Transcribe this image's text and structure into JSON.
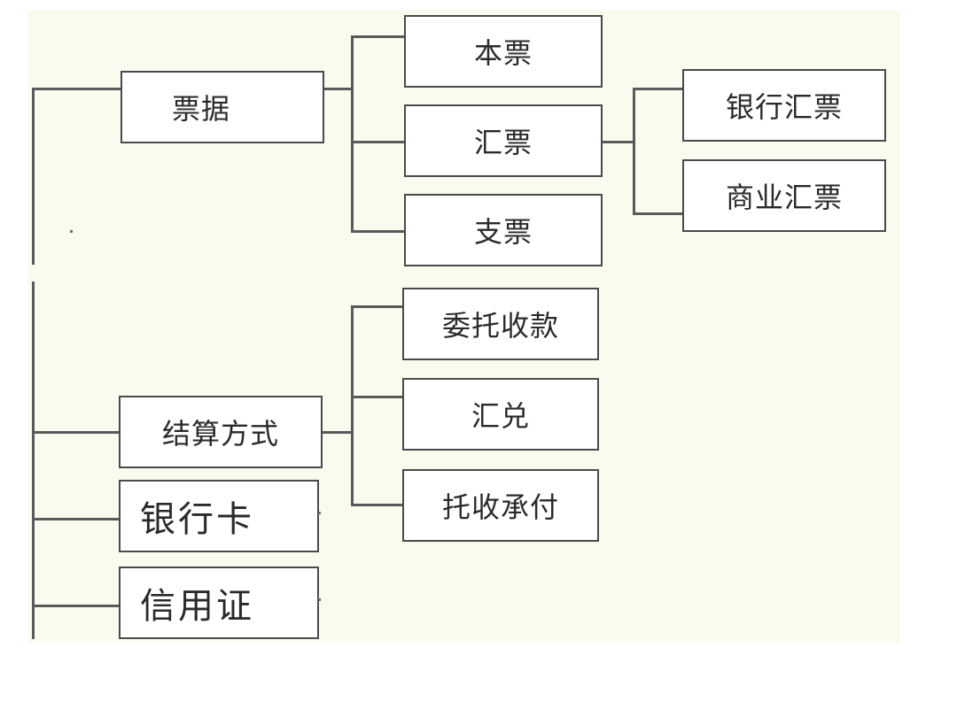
{
  "diagram": {
    "nodes": {
      "piaoju": "票据",
      "benpiao": "本票",
      "huipiao": "汇票",
      "zhipiao": "支票",
      "yinhang_huipiao": "银行汇票",
      "shangye_huipiao": "商业汇票",
      "jiesuan_fangshi": "结算方式",
      "weituo_shoukuan": "委托收款",
      "huidui": "汇兑",
      "tuoshou_chengfu": "托收承付",
      "yinhangka": "银行卡",
      "xinyongzheng": "信用证"
    },
    "colors": {
      "background": "#fbfaee",
      "box_fill": "#ffffff",
      "box_border": "#4a4a4a",
      "connector": "#5a5a5a",
      "text": "#2a2a2a"
    }
  }
}
